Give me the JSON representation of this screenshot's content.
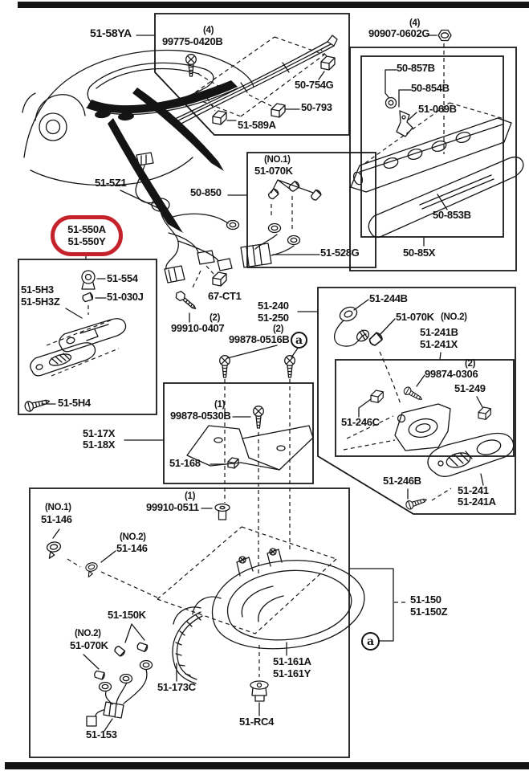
{
  "page": {
    "kind": "parts-catalog-exploded-diagram",
    "ink_color": "#161616",
    "highlight_color": "#c4232b",
    "background": "#ffffff"
  },
  "labels": {
    "spoiler": "51-58YA",
    "spoiler_screw_qty": "(4)",
    "spoiler_screw": "99775-0420B",
    "clip_754g": "50-754G",
    "clip_793": "50-793",
    "clip_589a": "51-589A",
    "nut_qty": "(4)",
    "nut": "90907-0602G",
    "part_857b": "50-857B",
    "part_854b": "50-854B",
    "part_069b": "51-069B",
    "part_853b": "50-853B",
    "part_85x": "50-85X",
    "part_528g": "51-528G",
    "part_850": "50-850",
    "no1_top": "(NO.1)",
    "part_070k_no1": "51-070K",
    "part_5z1": "51-5Z1",
    "highlight_line1": "51-550A",
    "highlight_line2": "51-550Y",
    "part_554": "51-554",
    "part_030j": "51-030J",
    "part_5h3": "51-5H3",
    "part_5h3z": "51-5H3Z",
    "part_5h4": "51-5H4",
    "part_67ct1": "67-CT1",
    "bolt_qty": "(2)",
    "bolt_0407": "99910-0407",
    "part_240": "51-240",
    "part_250": "51-250",
    "screw_0516_qty": "(2)",
    "screw_0516": "99878-0516B",
    "detail_a": "a",
    "part_244b": "51-244B",
    "part_070k_no2": "51-070K",
    "no2_right": "(NO.2)",
    "part_241b": "51-241B",
    "part_241x": "51-241X",
    "screw_0306_qty": "(2)",
    "screw_0306": "99874-0306",
    "part_249": "51-249",
    "part_246c": "51-246C",
    "part_246b": "51-246B",
    "part_241": "51-241",
    "part_241a": "51-241A",
    "part_17x": "51-17X",
    "part_18x": "51-18X",
    "screw_0530_qty": "(1)",
    "screw_0530": "99878-0530B",
    "part_168": "51-168",
    "rivet_qty": "(1)",
    "rivet_0511": "99910-0511",
    "no1_bottom": "(NO.1)",
    "part_146_no1": "51-146",
    "no2_mid": "(NO.2)",
    "part_146_no2": "51-146",
    "part_150k": "51-150K",
    "no2_bottom": "(NO.2)",
    "part_070k_no2b": "51-070K",
    "part_173c": "51-173C",
    "part_153": "51-153",
    "part_161a": "51-161A",
    "part_161y": "51-161Y",
    "part_rc4": "51-RC4",
    "part_150": "51-150",
    "part_150z": "51-150Z",
    "detail_a2": "a"
  }
}
